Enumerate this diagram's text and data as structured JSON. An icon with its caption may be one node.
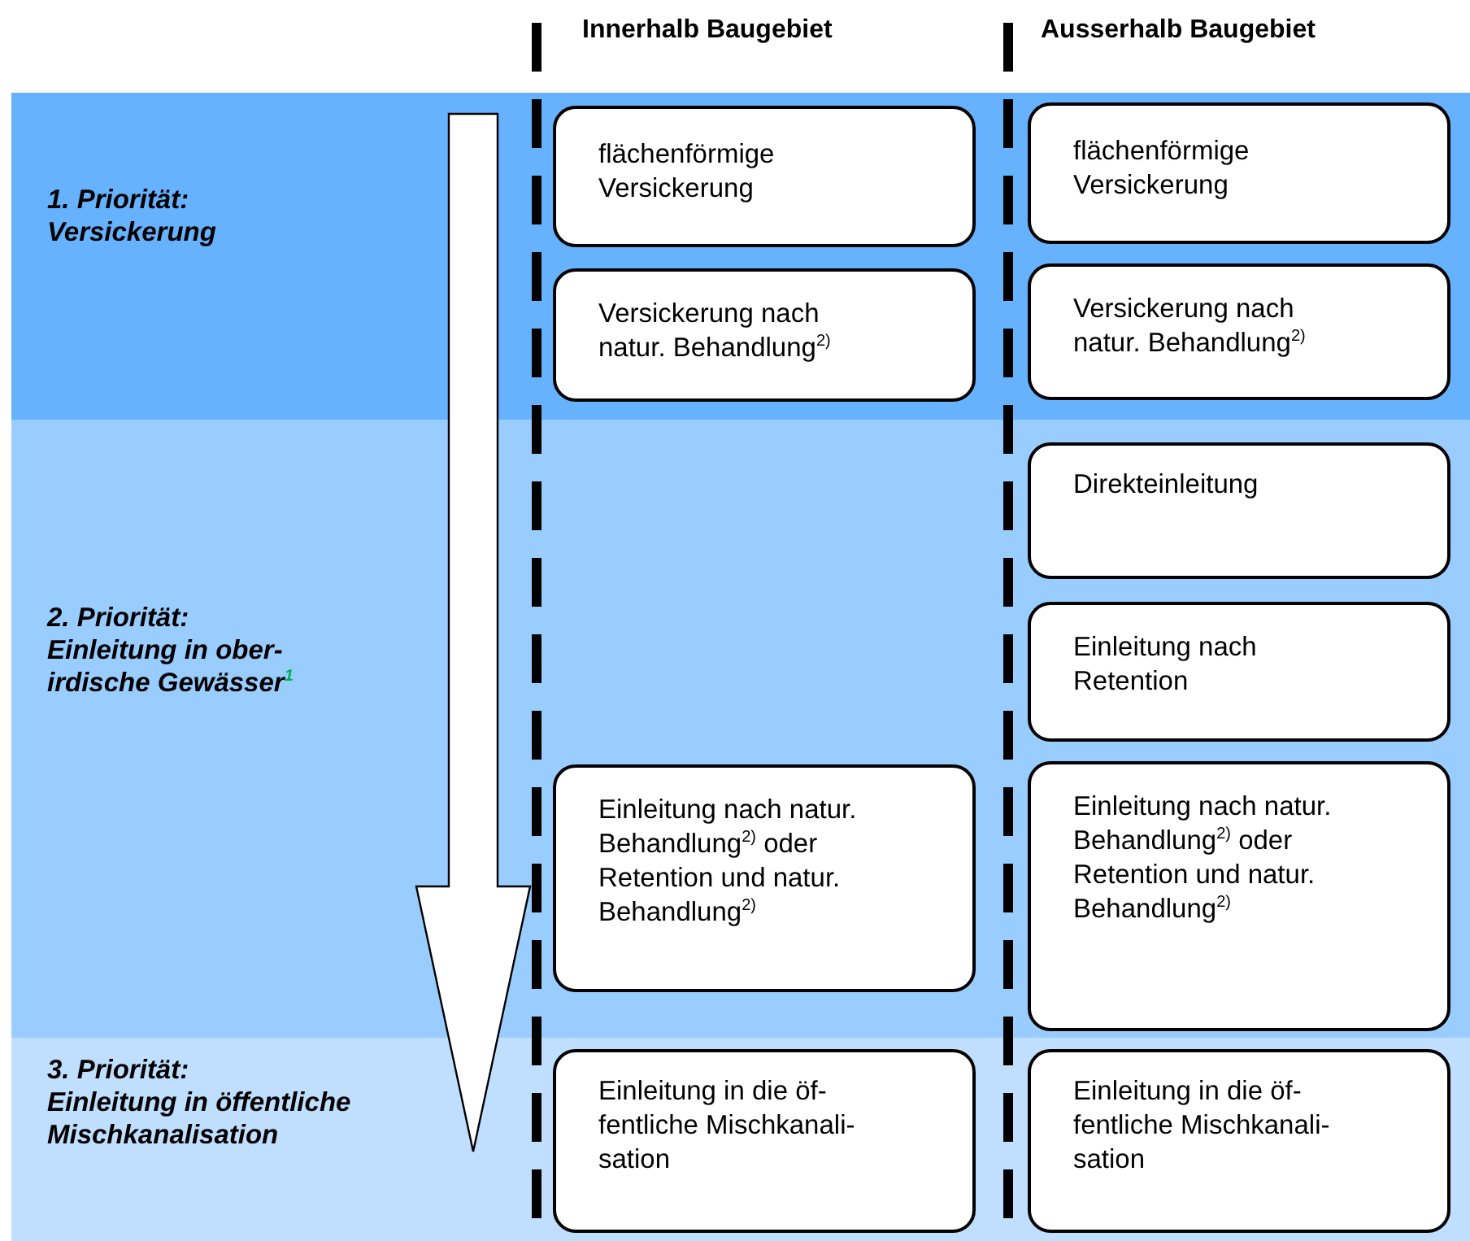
{
  "diagram": {
    "nodes": [
      {
        "text": [
          "1. Priorität:",
          "Versickerung"
        ]
      },
      {
        "text": [
          "flächenförmige Versickerung"
        ],
        "in": 0
      },
      {
        "text": [
          "flächenförmige Versickerung"
        ],
        "in": 0
      },
      {
        "text": [
          "Versickerung nach natur. Behandlung$^{2)}$"
        ],
        "in": 0
      },
      {
        "text": [
          "Versickerung nach natur. Behandlung$^{2)}$"
        ],
        "in": 0
      },
      {
        "text": [
          "2. Priorität:",
          "Einleitung in ober- irdische Gewässer$^{1}$"
        ]
      },
      {
        "text": [
          "Direkteinleitung"
        ],
        "in": 5
      },
      {
        "text": [
          "Einleitung nach Retention"
        ],
        "in": 5
      },
      {
        "text": [
          "Einleitung nach natur. Behandlung$^{2)}$ oder Retention und natur. Behandlung$^{2)}$"
        ],
        "in": 5
      },
      {
        "text": [
          "Einleitung nach natur. Behandlung$^{2)}$ oder Retention und natur. Behandlung$^{2)}$"
        ],
        "in": 5
      },
      {
        "text": [
          "3. Priorität:",
          "Einleitung in öffentliche Mischkanalisation"
        ]
      },
      {
        "text": [
          "Einleitung in die öf- fentliche Mischkanali- sation"
        ],
        "in": 10
      },
      {
        "text": [
          "Einleitung in die öf- fentliche Mischkanali- sation"
        ],
        "in": 10
      }
    ],
    "labels": [
      "Innerhalb Baugebiet",
      "Ausserhalb Baugebiet"
    ]
  }
}
